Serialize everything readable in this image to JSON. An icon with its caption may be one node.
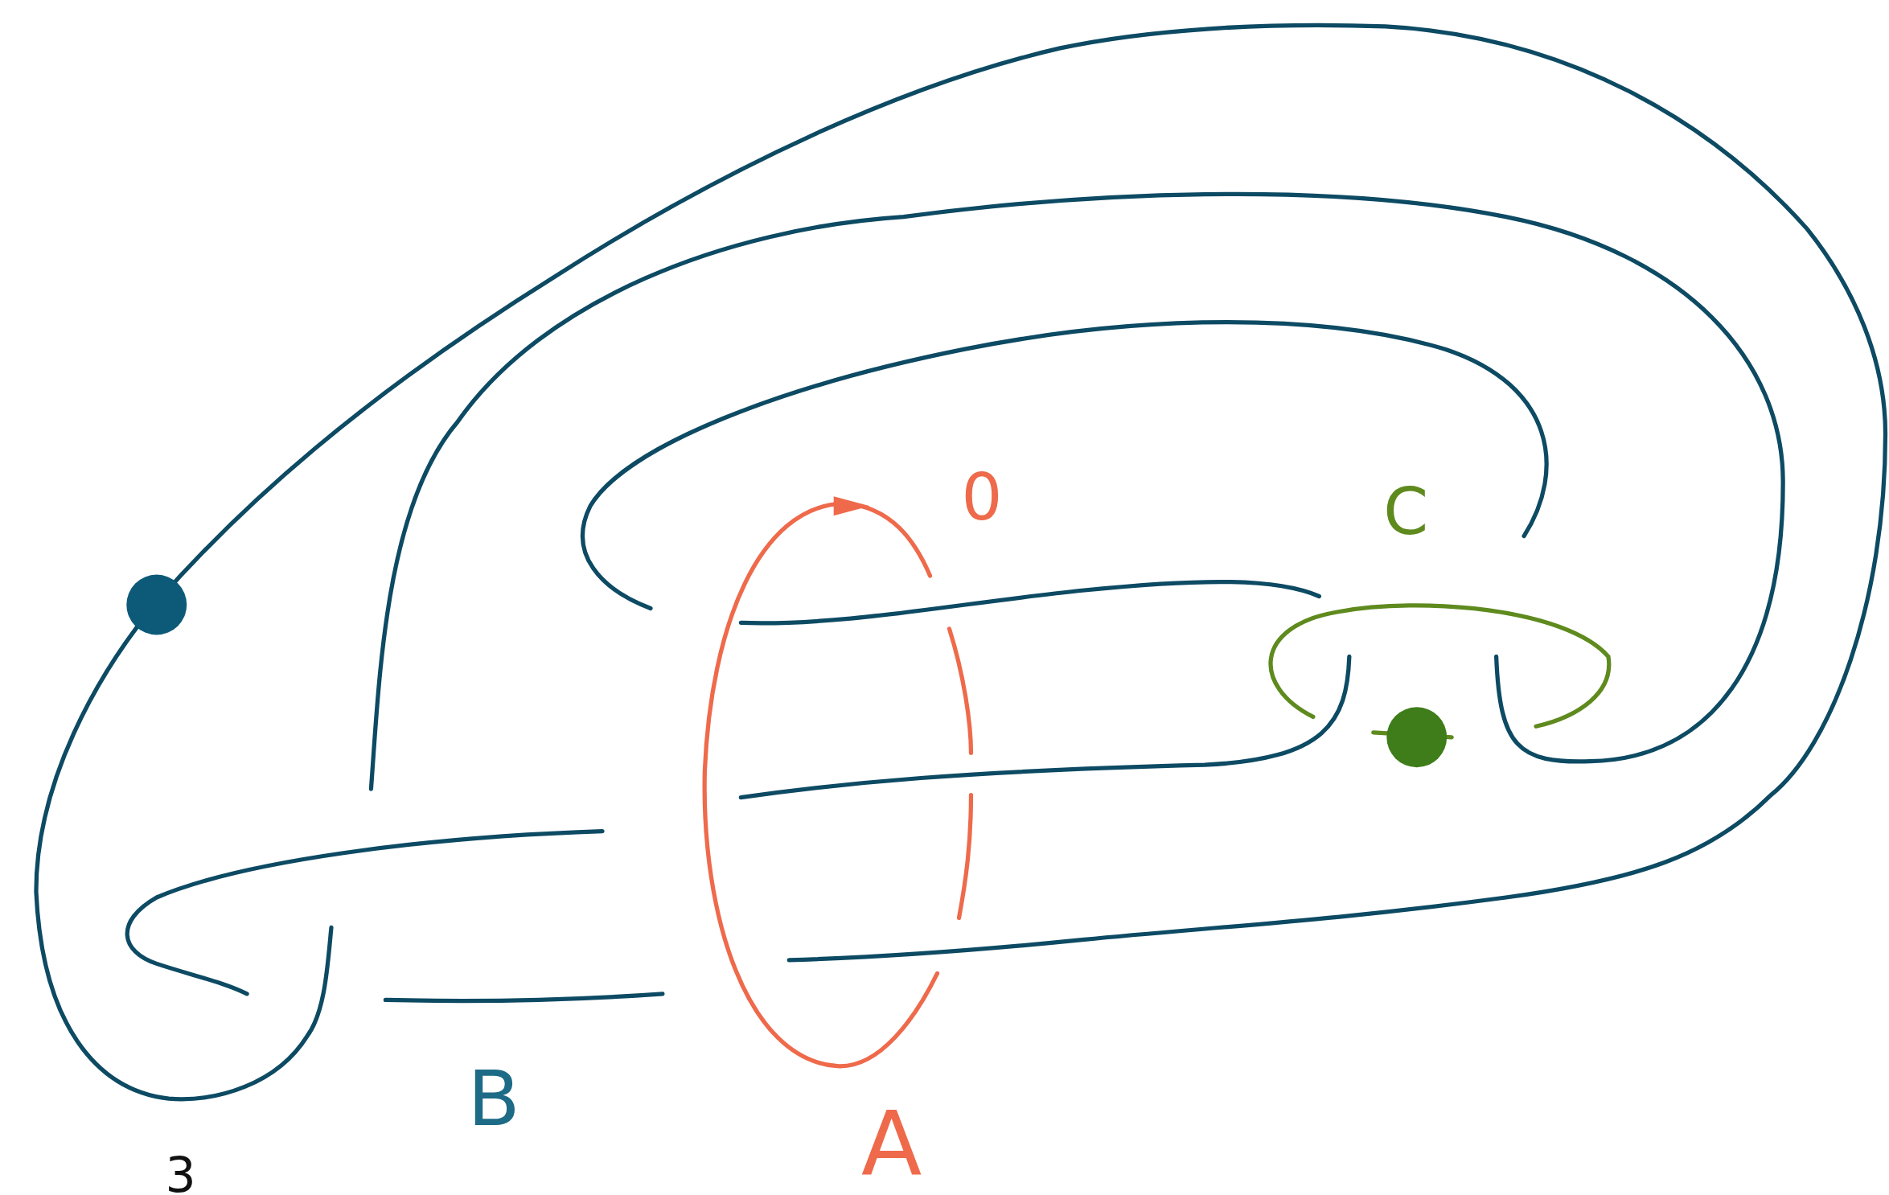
{
  "diagram": {
    "labels": [
      "0",
      "C",
      "B",
      "A",
      "3"
    ]
  }
}
